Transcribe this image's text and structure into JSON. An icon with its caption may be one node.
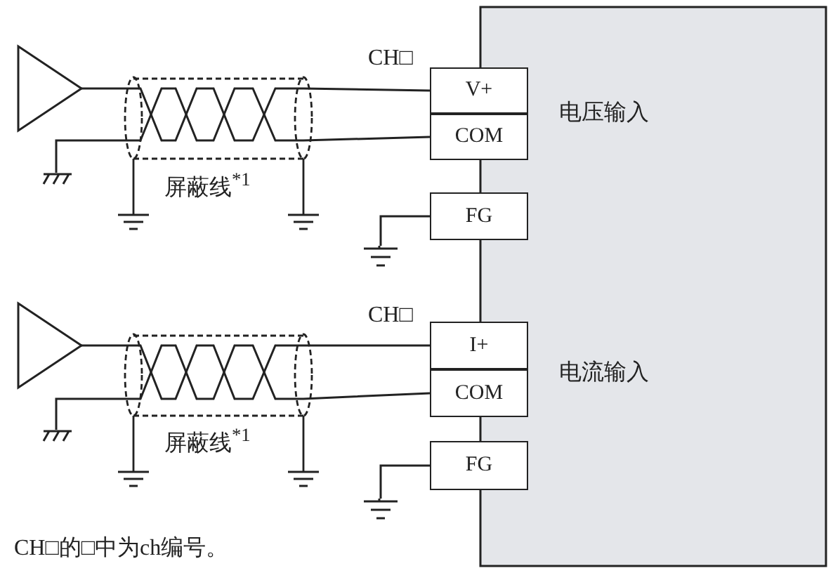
{
  "diagram": {
    "nodes": [
      {
        "text": [],
        "shape": "box"
      },
      {
        "text": [
          "V+"
        ]
      },
      {
        "text": [
          "COM"
        ]
      },
      {
        "text": [
          "FG"
        ]
      },
      {
        "text": [
          "I+"
        ]
      },
      {
        "text": [
          "COM"
        ]
      },
      {
        "text": [
          "FG"
        ]
      },
      {
        "text": [],
        "shape": "triangle"
      },
      {
        "text": [],
        "shape": "ground"
      },
      {
        "text": [],
        "shape": "ground"
      },
      {
        "text": [],
        "shape": "triangle"
      },
      {
        "text": [],
        "shape": "ground"
      },
      {
        "text": [],
        "shape": "ground"
      }
    ],
    "edges": [
      {
        "from": 7,
        "to": 1,
        "arrow": "none"
      },
      {
        "from": 8,
        "to": 2,
        "arrow": "none"
      },
      {
        "from": 3,
        "to": 9,
        "arrow": "none"
      },
      {
        "from": 10,
        "to": 4,
        "arrow": "none"
      },
      {
        "from": 11,
        "to": 5,
        "arrow": "none"
      },
      {
        "from": 6,
        "to": 12,
        "arrow": "none"
      }
    ],
    "labels": [
      "CH□",
      "电压输入",
      "屏蔽线$^{*1}$",
      "CH□",
      "电流输入",
      "屏蔽线$^{*1}$",
      "CH□的□中为ch编号。"
    ]
  }
}
